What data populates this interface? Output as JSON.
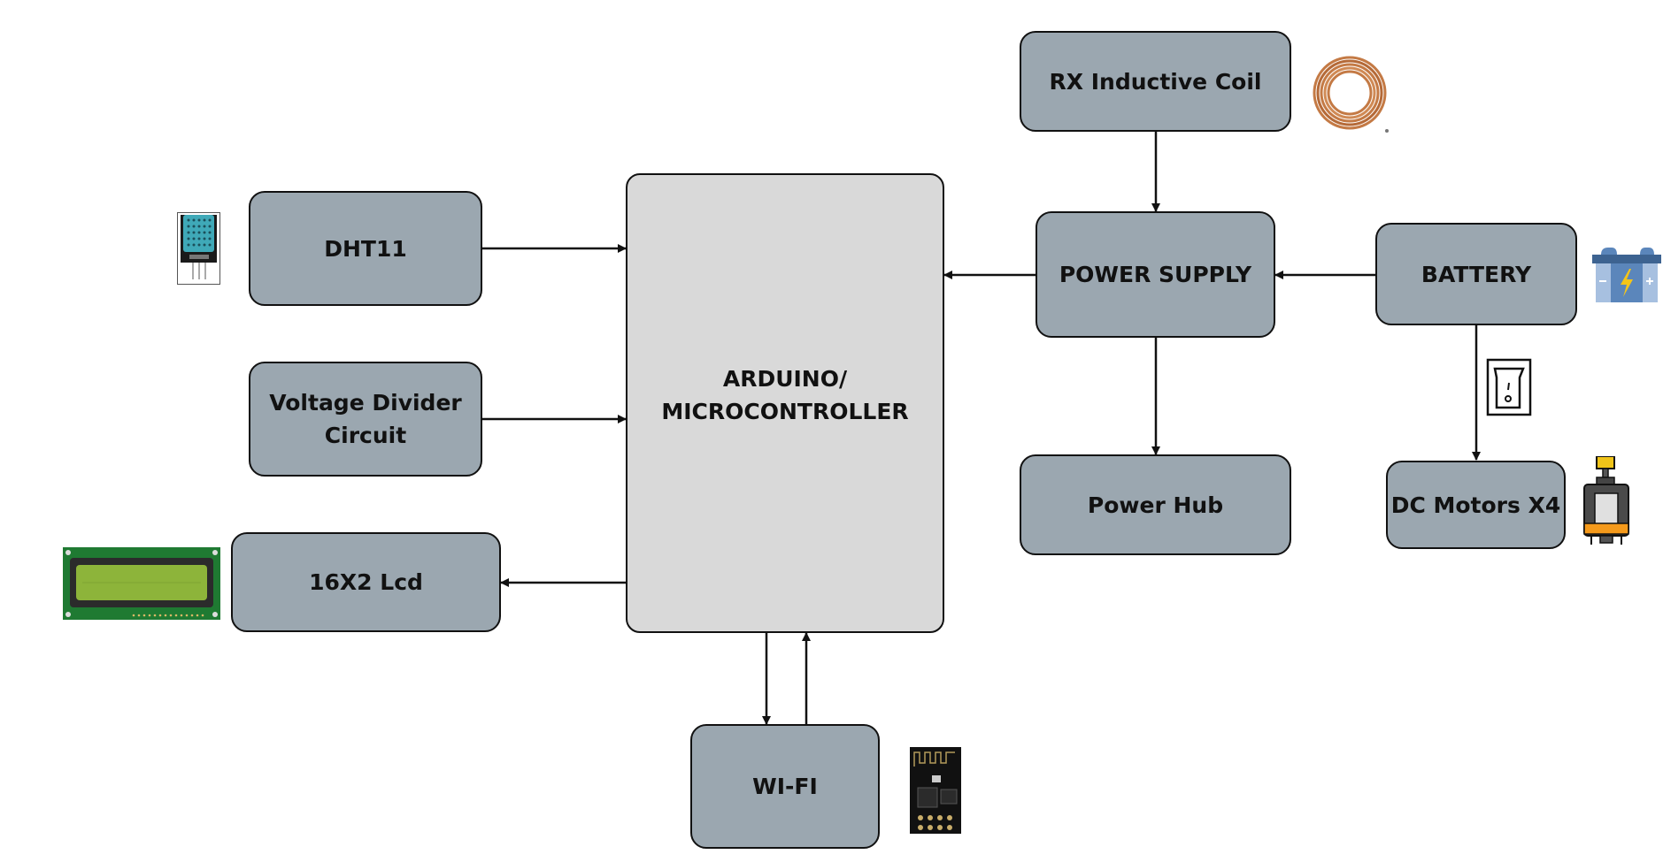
{
  "diagram": {
    "blocks": {
      "dht11": {
        "label": "DHT11"
      },
      "voltage_divider": {
        "line1": "Voltage Divider",
        "line2": "Circuit"
      },
      "lcd": {
        "label": "16X2 Lcd"
      },
      "mcu": {
        "line1": "ARDUINO/",
        "line2": "MICROCONTROLLER"
      },
      "wifi": {
        "label": "WI-FI"
      },
      "rx_coil": {
        "label": "RX Inductive Coil"
      },
      "power_supply": {
        "label": "POWER SUPPLY"
      },
      "power_hub": {
        "label": "Power Hub"
      },
      "battery": {
        "label": "BATTERY"
      },
      "dc_motors": {
        "label": "DC Motors X4"
      }
    },
    "connections": [
      {
        "from": "DHT11",
        "to": "ARDUINO/MICROCONTROLLER"
      },
      {
        "from": "Voltage Divider Circuit",
        "to": "ARDUINO/MICROCONTROLLER"
      },
      {
        "from": "ARDUINO/MICROCONTROLLER",
        "to": "16X2 Lcd"
      },
      {
        "from": "ARDUINO/MICROCONTROLLER",
        "to": "WI-FI"
      },
      {
        "from": "WI-FI",
        "to": "ARDUINO/MICROCONTROLLER"
      },
      {
        "from": "RX Inductive Coil",
        "to": "POWER SUPPLY"
      },
      {
        "from": "POWER SUPPLY",
        "to": "ARDUINO/MICROCONTROLLER"
      },
      {
        "from": "BATTERY",
        "to": "POWER SUPPLY"
      },
      {
        "from": "POWER SUPPLY",
        "to": "Power Hub"
      },
      {
        "from": "BATTERY",
        "to": "DC Motors X4",
        "via": "switch"
      }
    ],
    "icons": [
      "dht11-sensor-icon",
      "lcd-module-icon",
      "esp8266-wifi-module-icon",
      "copper-coil-icon",
      "battery-icon",
      "rocker-switch-icon",
      "dc-motor-icon"
    ],
    "colors": {
      "block_fill": "#9ba7b0",
      "mcu_fill": "#d9d9d9",
      "stroke": "#111111"
    }
  }
}
